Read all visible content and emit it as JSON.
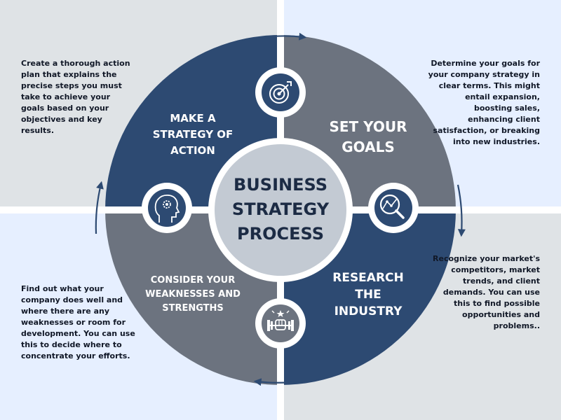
{
  "center": {
    "line1": "BUSINESS",
    "line2": "STRATEGY",
    "line3": "PROCESS"
  },
  "segments": {
    "top_right": {
      "line1": "SET YOUR",
      "line2": "GOALS"
    },
    "bottom_right": {
      "line1": "RESEARCH",
      "line2": "THE",
      "line3": "INDUSTRY"
    },
    "bottom_left": {
      "line1": "CONSIDER YOUR",
      "line2": "WEAKNESSES AND",
      "line3": "STRENGTHS"
    },
    "top_left": {
      "line1": "MAKE A",
      "line2": "STRATEGY OF",
      "line3": "ACTION"
    }
  },
  "descriptions": {
    "top_left": "Create a thorough action plan that explains the precise steps you must take to achieve your goals based on your objectives and key results.",
    "top_right": "Determine your goals for your company strategy in clear terms. This might entail expansion, boosting sales, enhancing client satisfaction, or breaking into new industries.",
    "bottom_left": "Find out what your company does well and where there are any weaknesses or room for development. You can use this to decide where to concentrate your efforts.",
    "bottom_right": "Recognize your market's competitors, market trends, and client demands. You can use this to find possible opportunities and problems.."
  },
  "icons": {
    "top": "target-icon",
    "right": "magnifier-chart-icon",
    "bottom": "dumbbell-fist-icon",
    "left": "head-gear-icon",
    "arrows": "circular-arrow-icon"
  },
  "colors": {
    "navy": "#2d4a72",
    "slate": "#6c737f",
    "light_gray": "#dfe3e6",
    "light_blue": "#e6efff",
    "center_fill": "#c3cad3",
    "dark_text": "#1c2b44",
    "arrow": "#2d4a72"
  }
}
